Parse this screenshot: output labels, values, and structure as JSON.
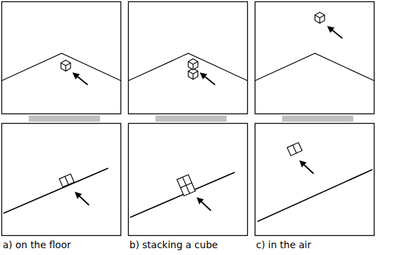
{
  "diagram": {
    "labels": [
      "a) on the floor",
      "b) stacking a cube",
      "c) in the air"
    ]
  }
}
